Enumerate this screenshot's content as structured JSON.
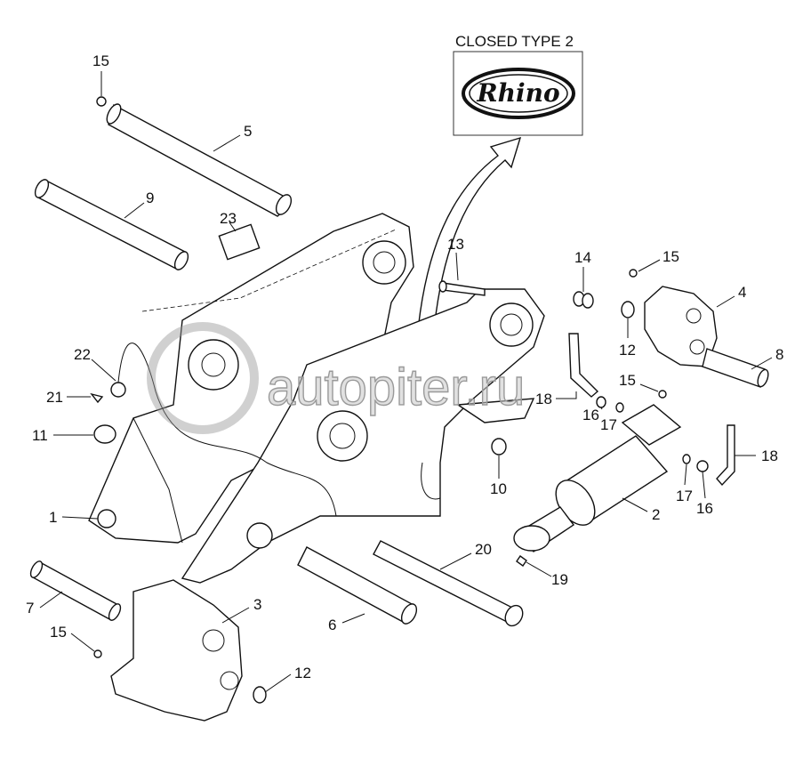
{
  "title": "CLOSED TYPE 2",
  "logo_text": "Rhino",
  "watermark": "autopiter.ru",
  "labels": {
    "l15a": "15",
    "l5": "5",
    "l9": "9",
    "l23": "23",
    "l13": "13",
    "l14": "14",
    "l15b": "15",
    "l4": "4",
    "l8": "8",
    "l12a": "12",
    "l22": "22",
    "l21": "21",
    "l11": "11",
    "l18a": "18",
    "l15c": "15",
    "l16a": "16",
    "l17a": "17",
    "l18b": "18",
    "l10": "10",
    "l17b": "17",
    "l16b": "16",
    "l2": "2",
    "l1": "1",
    "l20": "20",
    "l19": "19",
    "l7": "7",
    "l3": "3",
    "l6": "6",
    "l15d": "15",
    "l12b": "12"
  }
}
